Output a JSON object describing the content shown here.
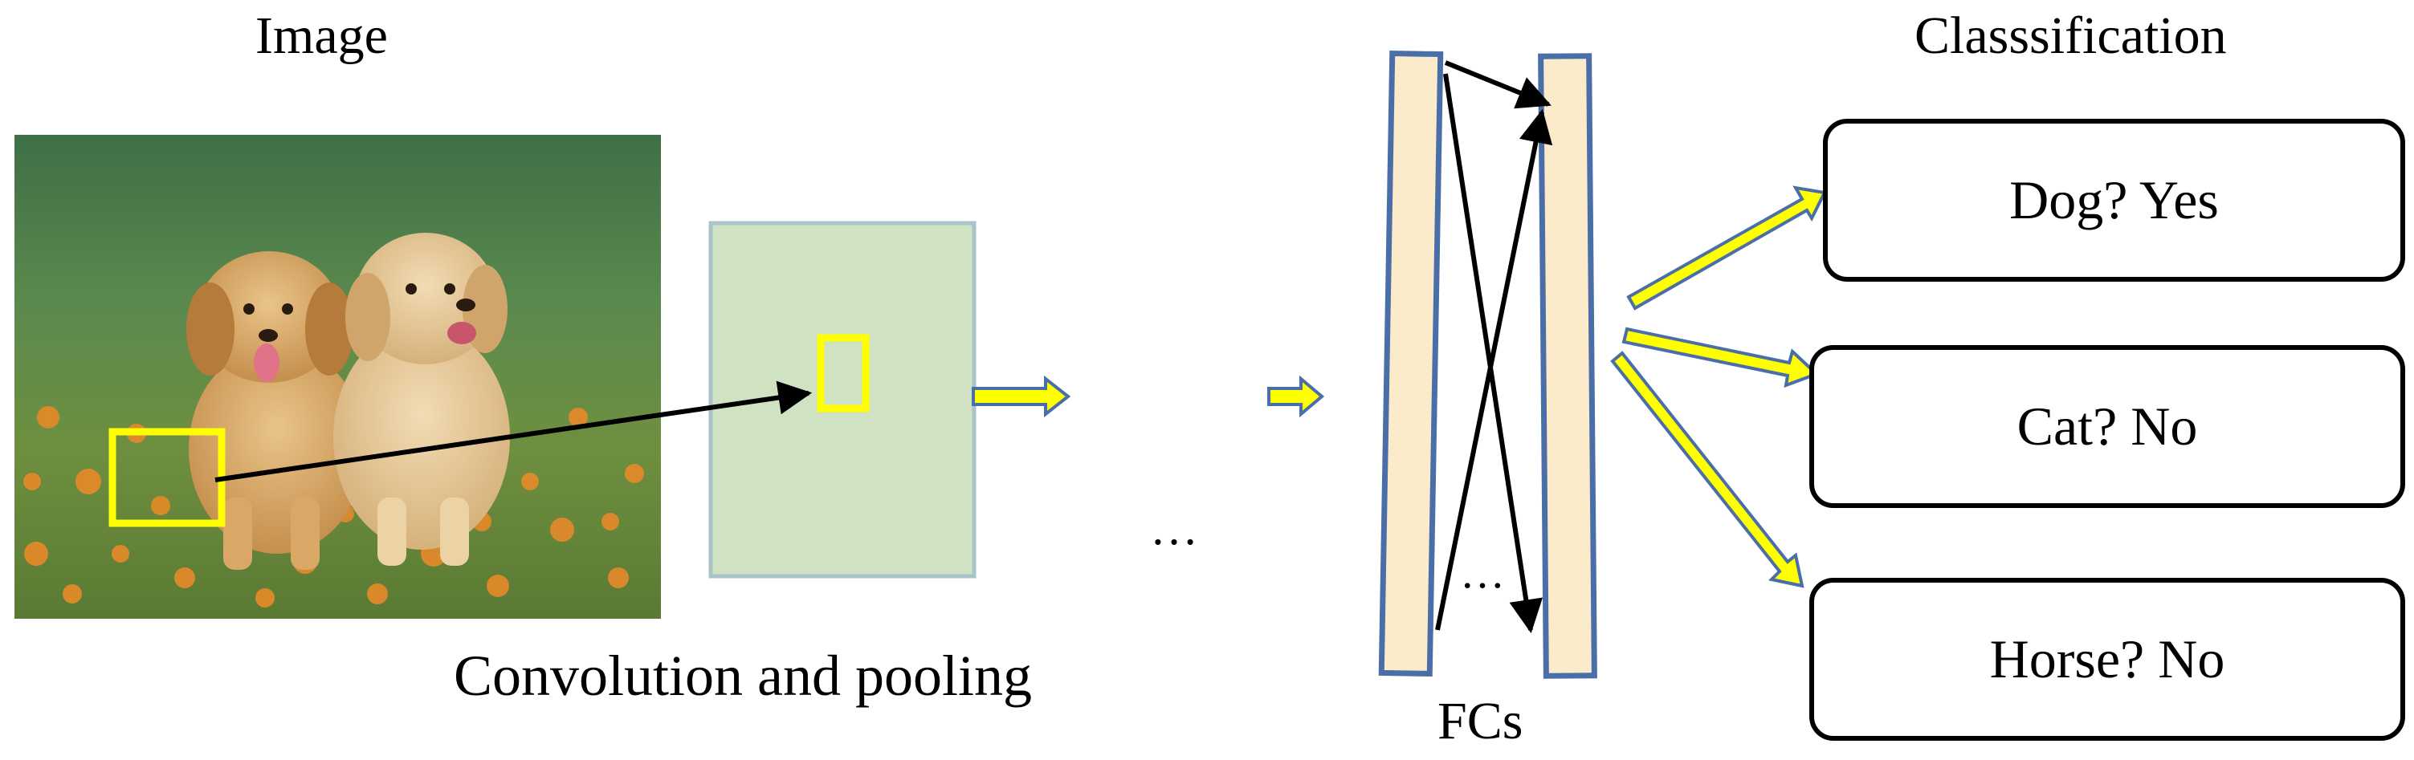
{
  "image_label": "Image",
  "conv_label": "Convolution and pooling",
  "ellipsis": "…",
  "fc_ellipsis": "…",
  "fc_label": "FCs",
  "classification_label": "Classsification",
  "outputs": [
    {
      "text": "Dog? Yes"
    },
    {
      "text": "Cat? No"
    },
    {
      "text": "Horse? No"
    }
  ],
  "colors": {
    "feature_map_fill": "#cfe2c2",
    "feature_map_border": "#a8c4c8",
    "fc_fill": "#fcebcb",
    "fc_border": "#4a6fa8",
    "highlight": "#ffff00",
    "arrow_outline": "#4a6fa8"
  }
}
